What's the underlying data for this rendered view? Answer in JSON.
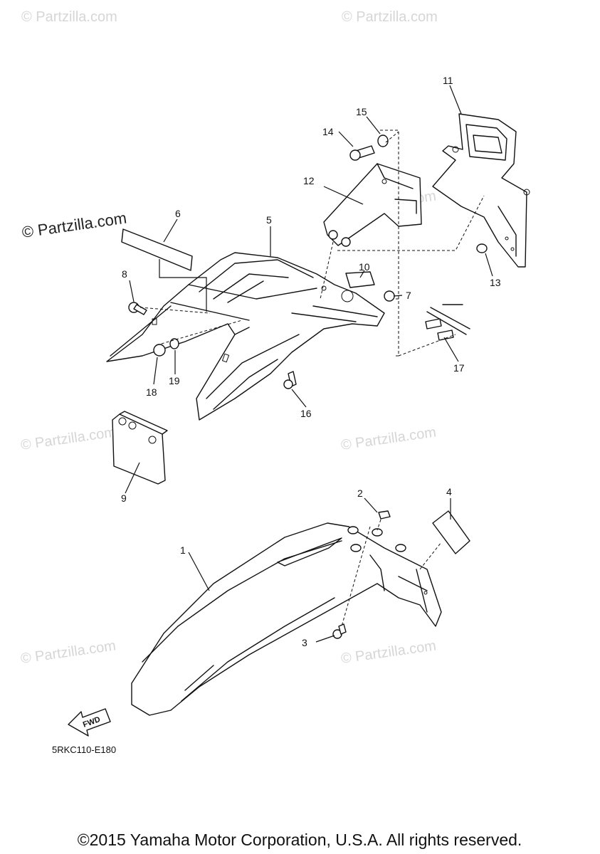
{
  "watermarks": {
    "faint": "© Partzilla.com",
    "main": "© Partzilla.com"
  },
  "callouts": [
    "1",
    "2",
    "3",
    "4",
    "5",
    "6",
    "7",
    "8",
    "9",
    "10",
    "11",
    "12",
    "13",
    "14",
    "15",
    "16",
    "17",
    "18",
    "19"
  ],
  "direction_badge": "FWD",
  "diagram_code": "5RKC110-E180",
  "copyright": "©2015 Yamaha Motor Corporation, U.S.A. All rights reserved.",
  "colors": {
    "ink": "#111111",
    "watermark": "#d6d6d6",
    "background": "#ffffff"
  }
}
